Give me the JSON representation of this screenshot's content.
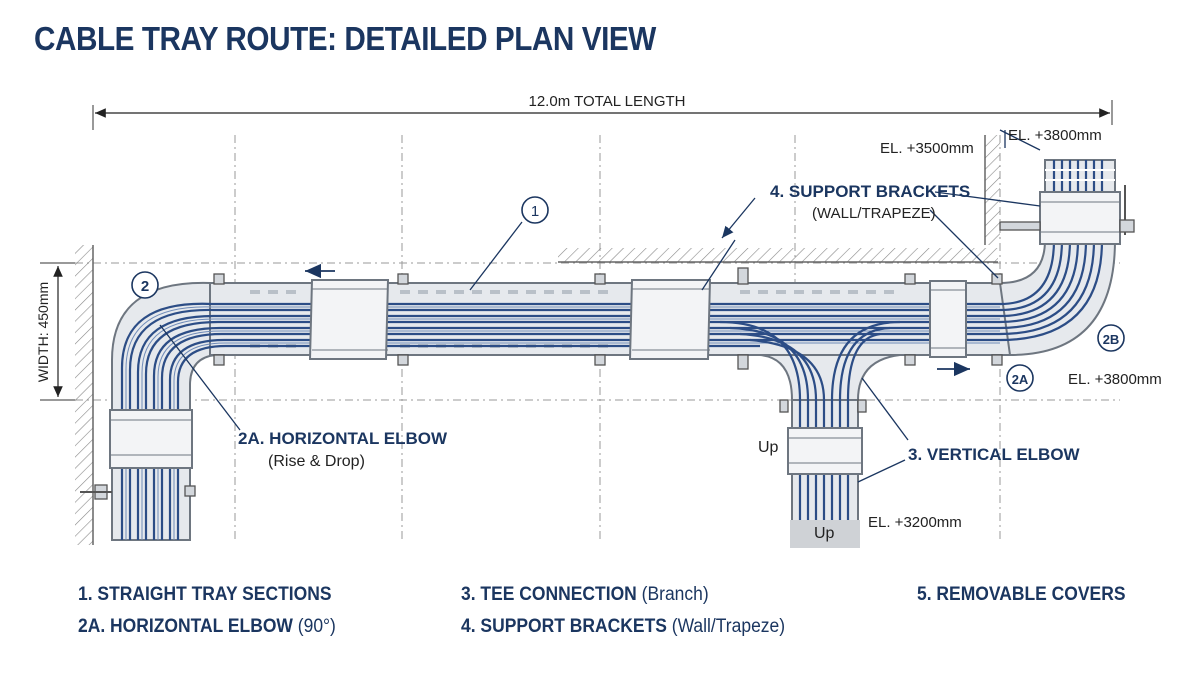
{
  "title": "CABLE TRAY ROUTE: DETAILED PLAN VIEW",
  "dimensions": {
    "total_length": "12.0m TOTAL LENGTH",
    "width": "WIDTH: 450mm"
  },
  "elevations": {
    "top_left": "EL. +3500mm",
    "top_right": "EL. +3800mm",
    "right": "EL. +3800mm",
    "bottom": "EL. +3200mm"
  },
  "markers": {
    "m1": "1",
    "m2": "2",
    "m2a": "2A",
    "m2b": "2B"
  },
  "callouts": {
    "support_title": "4. SUPPORT BRACKETS",
    "support_sub": "(WALL/TRAPEZE)",
    "horizontal_title": "2A. HORIZONTAL ELBOW",
    "horizontal_sub": "(Rise & Drop)",
    "vertical_title": "3. VERTICAL ELBOW",
    "up_label": "Up",
    "up_label_low": "Up"
  },
  "legend": {
    "item1": "1. STRAIGHT TRAY SECTIONS",
    "item2a_bold": "2A. HORIZONTAL ELBOW",
    "item2a_normal": " (90°)",
    "item3_bold": "3. TEE CONNECTION",
    "item3_normal": " (Branch)",
    "item4_bold": "4. SUPPORT BRACKETS",
    "item4_normal": " (Wall/Trapeze)",
    "item5": "5. REMOVABLE COVERS"
  },
  "colors": {
    "title": "#1b3660",
    "cable": "#2c4d86",
    "tray": "#e6e9ed",
    "tray_edge": "#6e7680",
    "cover": "#f3f4f6",
    "grid": "#9a9a9a"
  }
}
